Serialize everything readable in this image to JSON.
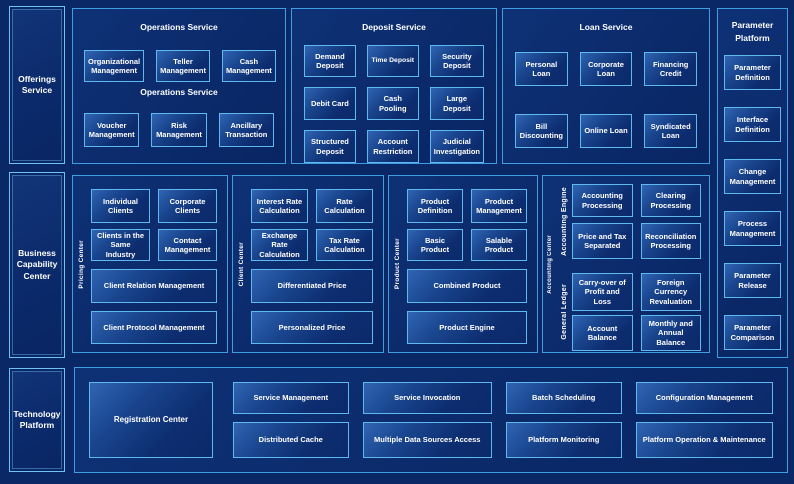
{
  "left": [
    {
      "label": "Offerings Service"
    },
    {
      "label": "Business Capability Center"
    },
    {
      "label": "Technology Platform"
    }
  ],
  "ops": {
    "title": "Operations Service",
    "mid_title": "Operations Service",
    "row1": [
      "Organizational Management",
      "Teller Management",
      "Cash Management"
    ],
    "row2": [
      "Voucher Management",
      "Risk Management",
      "Ancillary Transaction"
    ]
  },
  "deposit": {
    "title": "Deposit Service",
    "items": [
      "Demand Deposit",
      "Time Deposit",
      "Security Deposit",
      "Debit Card",
      "Cash Pooling",
      "Large Deposit",
      "Structured Deposit",
      "Account Restriction",
      "Judicial Investigation"
    ]
  },
  "loan": {
    "title": "Loan Service",
    "row1": [
      "Personal Loan",
      "Corporate Loan",
      "Financing Credit"
    ],
    "row2": [
      "Bill Discounting",
      "Online Loan",
      "Syndicated Loan"
    ]
  },
  "param": {
    "title": "Parameter Platform",
    "items": [
      "Parameter Definition",
      "Interface Definition",
      "Change Management",
      "Process Management",
      "Parameter Release",
      "Parameter Comparison"
    ]
  },
  "centers": [
    {
      "vlabel": "Pricing Center",
      "small": [
        "Individual Clients",
        "Corporate Clients",
        "Clients in the Same Industry",
        "Contact Management"
      ],
      "wide": [
        "Client Relation Management",
        "Client Protocol Management"
      ]
    },
    {
      "vlabel": "Client Center",
      "small": [
        "Interest Rate Calculation",
        "Rate Calculation",
        "Exchange Rate Calculation",
        "Tax Rate Calculation"
      ],
      "wide": [
        "Differentiated Price",
        "Personalized Price"
      ]
    },
    {
      "vlabel": "Product Center",
      "small": [
        "Product Definition",
        "Product Management",
        "Basic Product",
        "Salable Product"
      ],
      "wide": [
        "Combined Product",
        "Product Engine"
      ]
    }
  ],
  "accounting": {
    "vlabel": "Accounting Center",
    "sections": [
      {
        "vlabel": "Accounting Engine",
        "items": [
          "Accounting Processing",
          "Clearing Processing",
          "Price and Tax Separated",
          "Reconciliation Processing"
        ]
      },
      {
        "vlabel": "General Ledger",
        "items": [
          "Carry-over of Profit and Loss",
          "Foreign Currency Revaluation",
          "Account Balance",
          "Monthly and Annual Balance"
        ]
      }
    ]
  },
  "bottom": {
    "registration": "Registration Center",
    "cols": [
      [
        "Service Management",
        "Distributed Cache"
      ],
      [
        "Service Invocation",
        "Multiple Data Sources Access"
      ],
      [
        "Batch Scheduling",
        "Platform Monitoring"
      ],
      [
        "Configuration Management",
        "Platform Operation & Maintenance"
      ]
    ]
  },
  "colors": {
    "background": "#0a2766",
    "panel_border": "#3f9de2",
    "box_border": "#5fb8ee",
    "box_highlight": "#3064b3",
    "text": "#ffffff"
  }
}
